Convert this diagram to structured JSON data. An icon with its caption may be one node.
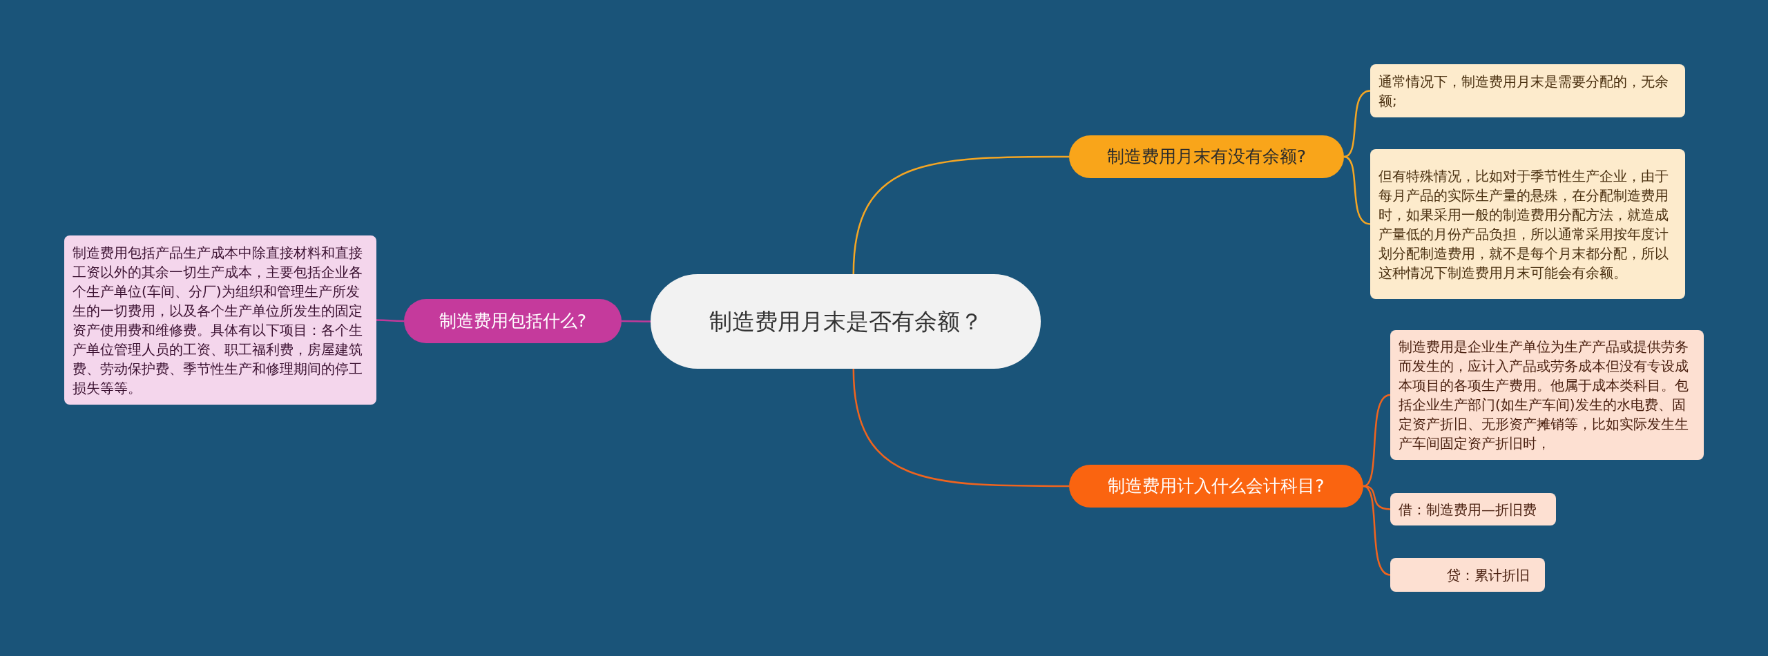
{
  "diagram": {
    "nodes": [
      {
        "text": [
          "制造费用月末是否有余额？"
        ]
      },
      {
        "text": [
          "制造费用月末有没有余额?"
        ]
      },
      {
        "text": [
          "通常情况下，制造费用月末是需要分配的，无余额;"
        ]
      },
      {
        "text": [
          "但有特殊情况，比如对于季节性生产企业，由于每月产品的实际生产量的悬殊，在分配制造费用时，如果采用一般的制造费用分配方法，就造成产量低的月份产品负担，所以通常采用按年度计划分配制造费用，就不是每个月末都分配，所以这种情况下制造费用月末可能会有余额。"
        ]
      },
      {
        "text": [
          "制造费用计入什么会计科目?"
        ]
      },
      {
        "text": [
          "制造费用是企业生产单位为生产产品或提供劳务而发生的，应计入产品或劳务成本但没有专设成本项目的各项生产费用。他属于成本类科目。包括企业生产部门(如生产车间)发生的水电费、固定资产折旧、无形资产摊销等，比如实际发生生产车间固定资产折旧时，"
        ]
      },
      {
        "text": [
          "借：制造费用—折旧费"
        ]
      },
      {
        "text": [
          "贷：累计折旧"
        ]
      },
      {
        "text": [
          "制造费用包括什么?"
        ]
      },
      {
        "text": [
          "制造费用包括产品生产成本中除直接材料和直接工资以外的其余一切生产成本，主要包括企业各个生产单位(车间、分厂)为组织和管理生产所发生的一切费用，以及各个生产单位所发生的固定资产使用费和维修费。具体有以下项目：各个生产单位管理人员的工资、职工福利费，房屋建筑费、劳动保护费、季节性生产和修理期间的停工损失等等。"
        ]
      }
    ],
    "edges": [
      {
        "from": 0,
        "to": 1,
        "arrow": "none",
        "color": "#f5a623"
      },
      {
        "from": 1,
        "to": 2,
        "arrow": "none",
        "color": "#f5a623"
      },
      {
        "from": 1,
        "to": 3,
        "arrow": "none",
        "color": "#f5a623"
      },
      {
        "from": 0,
        "to": 4,
        "arrow": "none"
      },
      {
        "from": 4,
        "to": 5,
        "arrow": "none"
      },
      {
        "from": 4,
        "to": 6,
        "arrow": "none"
      },
      {
        "from": 4,
        "to": 7,
        "arrow": "none"
      },
      {
        "from": 0,
        "to": 8,
        "arrow": "none",
        "color": "#c0399a"
      },
      {
        "from": 8,
        "to": 9,
        "arrow": "none",
        "color": "#c0399a"
      }
    ]
  }
}
